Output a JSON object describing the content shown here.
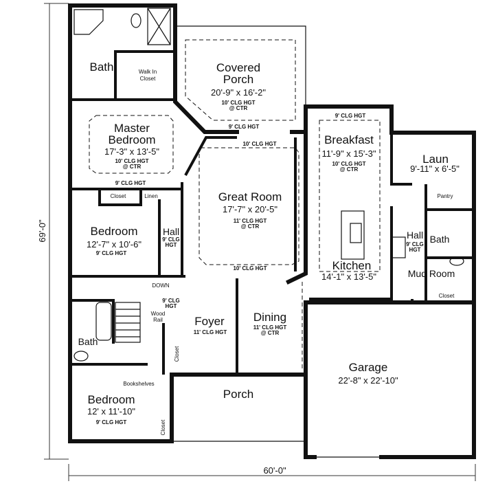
{
  "dimensions": {
    "depth": "69'-0\"",
    "width": "60'-0\""
  },
  "rooms": {
    "master_bath": {
      "name": "Bath"
    },
    "walk_in_closet": {
      "line1": "Walk In",
      "line2": "Closet"
    },
    "covered_porch": {
      "line1": "Covered",
      "line2": "Porch",
      "size": "20'-9\" x 16'-2\"",
      "ceiling": "10' CLG HGT",
      "ceiling_note": "@ CTR",
      "edge_ceiling": "9' CLG HGT"
    },
    "master_bedroom": {
      "line1": "Master",
      "line2": "Bedroom",
      "size": "17'-3\" x 13'-5\"",
      "ceiling": "10' CLG HGT",
      "ceiling_note": "@ CTR",
      "edge_ceiling": "9' CLG HGT"
    },
    "great_room": {
      "name": "Great Room",
      "size": "17'-7\" x 20'-5\"",
      "ceiling": "11' CLG HGT",
      "ceiling_note": "@ CTR",
      "top_ceiling": "10' CLG HGT",
      "bottom_ceiling": "10' CLG HGT"
    },
    "breakfast": {
      "name": "Breakfast",
      "size": "11'-9\" x 15'-3\"",
      "ceiling": "10' CLG HGT",
      "ceiling_note": "@ CTR",
      "top_ceiling": "9' CLG HGT"
    },
    "kitchen": {
      "name": "Kitchen",
      "size": "14'-1\" x 13'-5\""
    },
    "laundry": {
      "name": "Laun",
      "size": "9'-11\" x 6'-5\""
    },
    "pantry": {
      "name": "Pantry"
    },
    "east_hall": {
      "name": "Hall",
      "ceiling1": "9' CLG",
      "ceiling2": "HGT"
    },
    "east_bath": {
      "name": "Bath"
    },
    "mud_room": {
      "name": "Mud Room"
    },
    "mud_closet": {
      "name": "Closet"
    },
    "bedroom_2": {
      "name": "Bedroom",
      "size": "12'-7\" x 10'-6\"",
      "ceiling": "9' CLG HGT",
      "closet": "Closet",
      "linen": "Linen"
    },
    "west_hall": {
      "name": "Hall",
      "ceiling1": "9' CLG",
      "ceiling2": "HGT",
      "stair": "DOWN",
      "lower_ceiling1": "9' CLG",
      "lower_ceiling2": "HGT",
      "rail1": "Wood",
      "rail2": "Rail"
    },
    "foyer": {
      "name": "Foyer",
      "ceiling": "11' CLG HGT",
      "closet": "Closet"
    },
    "dining": {
      "name": "Dining",
      "ceiling": "11' CLG HGT",
      "ceiling_note": "@ CTR"
    },
    "west_bath": {
      "name": "Bath"
    },
    "bookshelves": {
      "name": "Bookshelves"
    },
    "porch": {
      "name": "Porch"
    },
    "garage": {
      "name": "Garage",
      "size": "22'-8\" x 22'-10\""
    },
    "bedroom_3": {
      "name": "Bedroom",
      "size": "12' x 11'-10\"",
      "ceiling": "9' CLG HGT",
      "closet": "Closet"
    }
  }
}
